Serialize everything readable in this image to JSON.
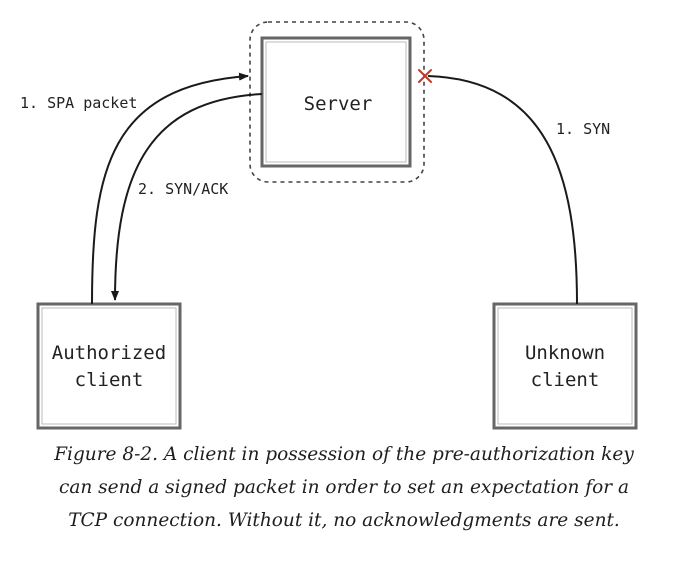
{
  "nodes": {
    "server": "Server",
    "authorized_client": [
      "Authorized",
      "client"
    ],
    "unknown_client": [
      "Unknown",
      "client"
    ]
  },
  "edges": {
    "spa_packet": "1. SPA packet",
    "syn_ack": "2. SYN/ACK",
    "syn": "1. SYN"
  },
  "caption": [
    "Figure 8-2. A client in possession of the pre-authorization key",
    "can send a signed packet in order to set an expectation for a",
    "TCP connection. Without it, no acknowledgments are sent."
  ],
  "colors": {
    "line": "#1a1a1a",
    "box_border": "#555555",
    "dashed_border": "#444444",
    "blocked_marker": "#c0392b"
  }
}
